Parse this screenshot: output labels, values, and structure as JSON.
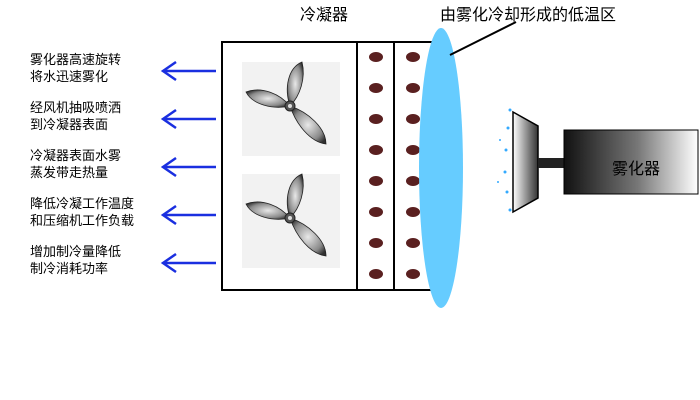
{
  "labels": {
    "condenser": "冷凝器",
    "low_temp_zone": "由雾化冷却形成的低温区",
    "atomizer": "雾化器"
  },
  "steps": [
    {
      "line1": "雾化器高速旋转",
      "line2": "将水迅速雾化"
    },
    {
      "line1": "经风机抽吸喷洒",
      "line2": "到冷凝器表面"
    },
    {
      "line1": "冷凝器表面水雾",
      "line2": "蒸发带走热量"
    },
    {
      "line1": "降低冷凝工作温度",
      "line2": "和压缩机工作负载"
    },
    {
      "line1": "增加制冷量降低",
      "line2": "制冷消耗功率"
    }
  ],
  "colors": {
    "arrow": "#1a2fe0",
    "mist_zone": "#66ccff",
    "dot": "#5a2020",
    "frame": "#000000"
  }
}
